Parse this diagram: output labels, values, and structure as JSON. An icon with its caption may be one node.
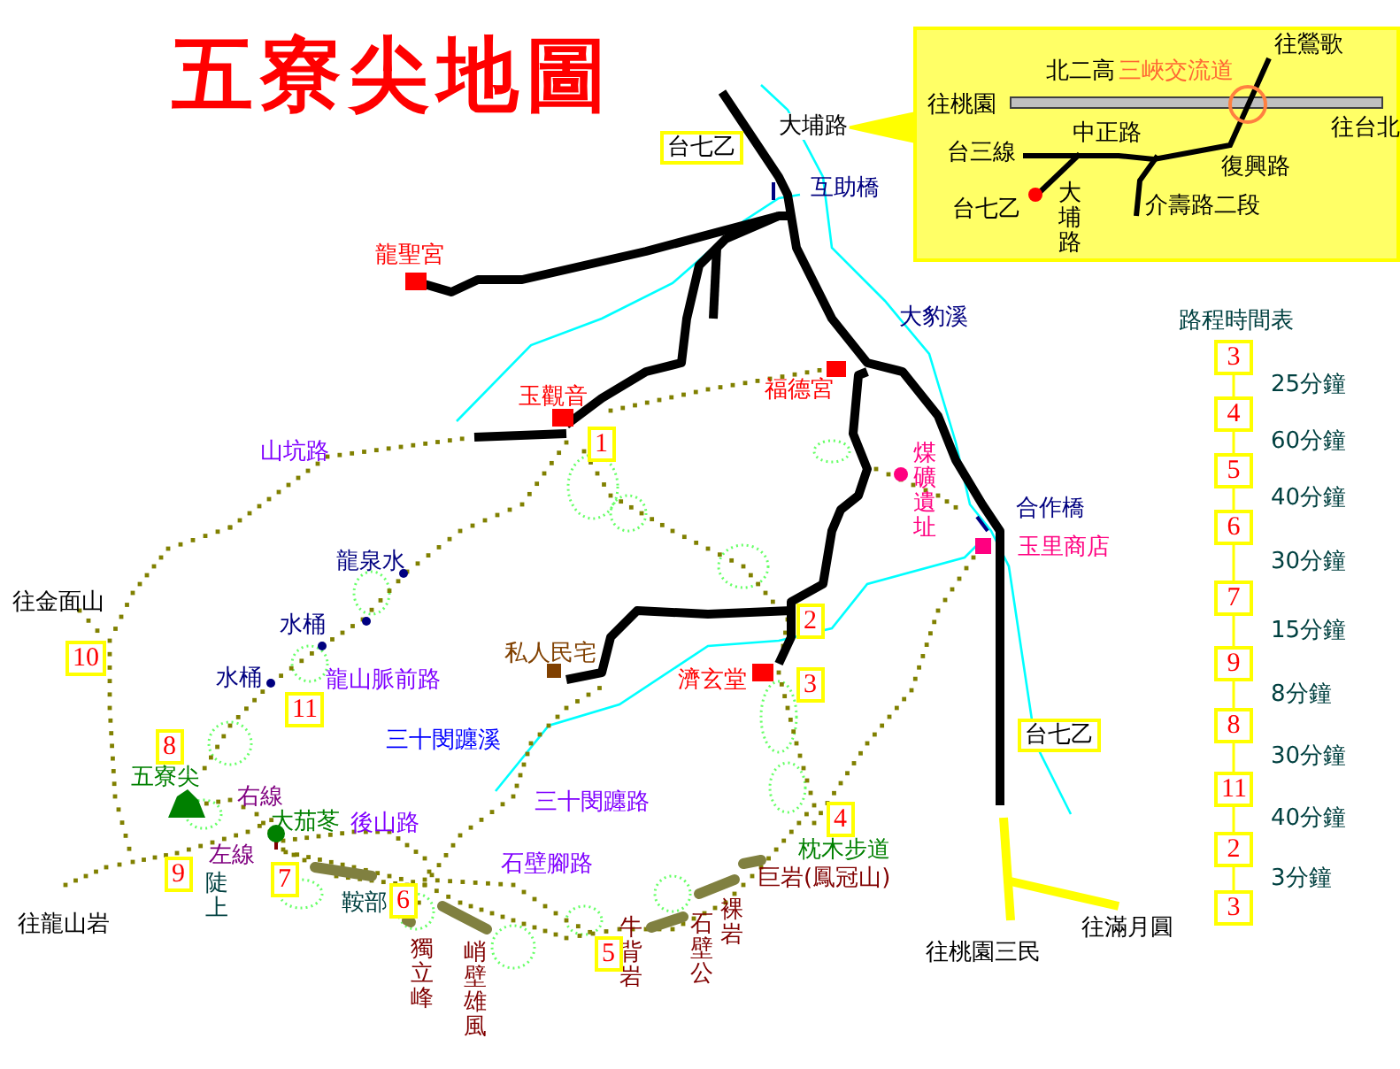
{
  "diagram": {
    "title": "五寮尖地圖",
    "nodes": [
      {
        "text": [
          "大埔路"
        ]
      },
      {
        "text": [
          "往鶯歌",
          "北二高",
          "三峽交流道",
          "往桃園",
          "往台北",
          "台三線",
          "中正路",
          "復興路",
          "台七乙",
          "大埔路",
          "介壽路二段"
        ]
      },
      {
        "text": [
          "3"
        ]
      },
      {
        "text": [
          "4"
        ]
      },
      {
        "text": [
          "5"
        ]
      },
      {
        "text": [
          "6"
        ]
      },
      {
        "text": [
          "7"
        ]
      },
      {
        "text": [
          "9"
        ]
      },
      {
        "text": [
          "8"
        ]
      },
      {
        "text": [
          "11"
        ]
      },
      {
        "text": [
          "2"
        ]
      },
      {
        "text": [
          "3"
        ]
      },
      {
        "text": [
          "1"
        ]
      },
      {
        "text": [
          "10"
        ]
      },
      {
        "text": [
          "2"
        ]
      },
      {
        "text": [
          "3"
        ]
      },
      {
        "text": [
          "11"
        ]
      },
      {
        "text": [
          "8"
        ]
      },
      {
        "text": [
          "4"
        ]
      },
      {
        "text": [
          "9"
        ]
      },
      {
        "text": [
          "7"
        ]
      },
      {
        "text": [
          "6"
        ]
      },
      {
        "text": [
          "5"
        ]
      },
      {
        "text": [
          "台七乙"
        ]
      },
      {
        "text": [
          "台七乙"
        ]
      }
    ],
    "edges": [
      {
        "from": 0,
        "to": 1,
        "arrow": "none"
      },
      {
        "from": 2,
        "to": 3,
        "arrow": "none",
        "label": "25分鐘"
      },
      {
        "from": 3,
        "to": 4,
        "arrow": "none",
        "label": "60分鐘"
      },
      {
        "from": 4,
        "to": 5,
        "arrow": "none",
        "label": "40分鐘"
      },
      {
        "from": 5,
        "to": 6,
        "arrow": "none",
        "label": "30分鐘"
      },
      {
        "from": 6,
        "to": 7,
        "arrow": "none",
        "label": "15分鐘"
      },
      {
        "from": 7,
        "to": 8,
        "arrow": "none",
        "label": "8分鐘"
      },
      {
        "from": 8,
        "to": 9,
        "arrow": "none",
        "label": "30分鐘"
      },
      {
        "from": 9,
        "to": 10,
        "arrow": "none",
        "label": "40分鐘"
      },
      {
        "from": 10,
        "to": 11,
        "arrow": "none",
        "label": "3分鐘"
      }
    ],
    "labels": [
      "互助橋",
      "龍聖宮",
      "大豹溪",
      "路程時間表",
      "福德宮",
      "玉觀音",
      "山坑路",
      "煤礦遺址",
      "合作橋",
      "玉里商店",
      "龍泉水",
      "往金面山",
      "水桶",
      "私人民宅",
      "水桶",
      "龍山脈前路",
      "濟玄堂",
      "三十閔躔溪",
      "五寮尖",
      "右線",
      "三十閔躔路",
      "大茄苳",
      "後山路",
      "左線",
      "枕木步道",
      "石壁腳路",
      "陡上",
      "巨岩(鳳冠山)",
      "鞍部",
      "裸岩",
      "往龍山岩",
      "石壁公",
      "牛背岩",
      "獨立峰",
      "峭壁雄風",
      "往滿月圓",
      "往桃園三民"
    ]
  }
}
